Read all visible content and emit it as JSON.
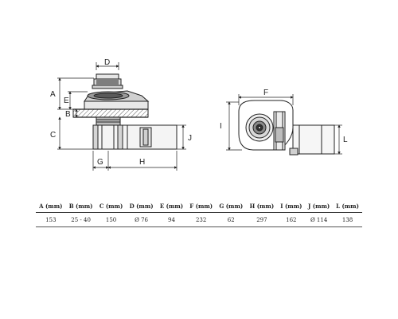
{
  "diagram": {
    "side_view_labels": {
      "A": "A",
      "B": "B",
      "C": "C",
      "D": "D",
      "E": "E",
      "G": "G",
      "H": "H",
      "J": "J"
    },
    "top_view_labels": {
      "F": "F",
      "I": "I",
      "L": "L"
    }
  },
  "spec_table": {
    "headers": [
      "A (mm)",
      "B (mm)",
      "C (mm)",
      "D (mm)",
      "E (mm)",
      "F (mm)",
      "G (mm)",
      "H (mm)",
      "I (mm)",
      "J (mm)",
      "L (mm)"
    ],
    "values": [
      "153",
      "25 - 40",
      "150",
      "Ø 76",
      "94",
      "232",
      "62",
      "297",
      "162",
      "Ø 114",
      "138"
    ]
  }
}
